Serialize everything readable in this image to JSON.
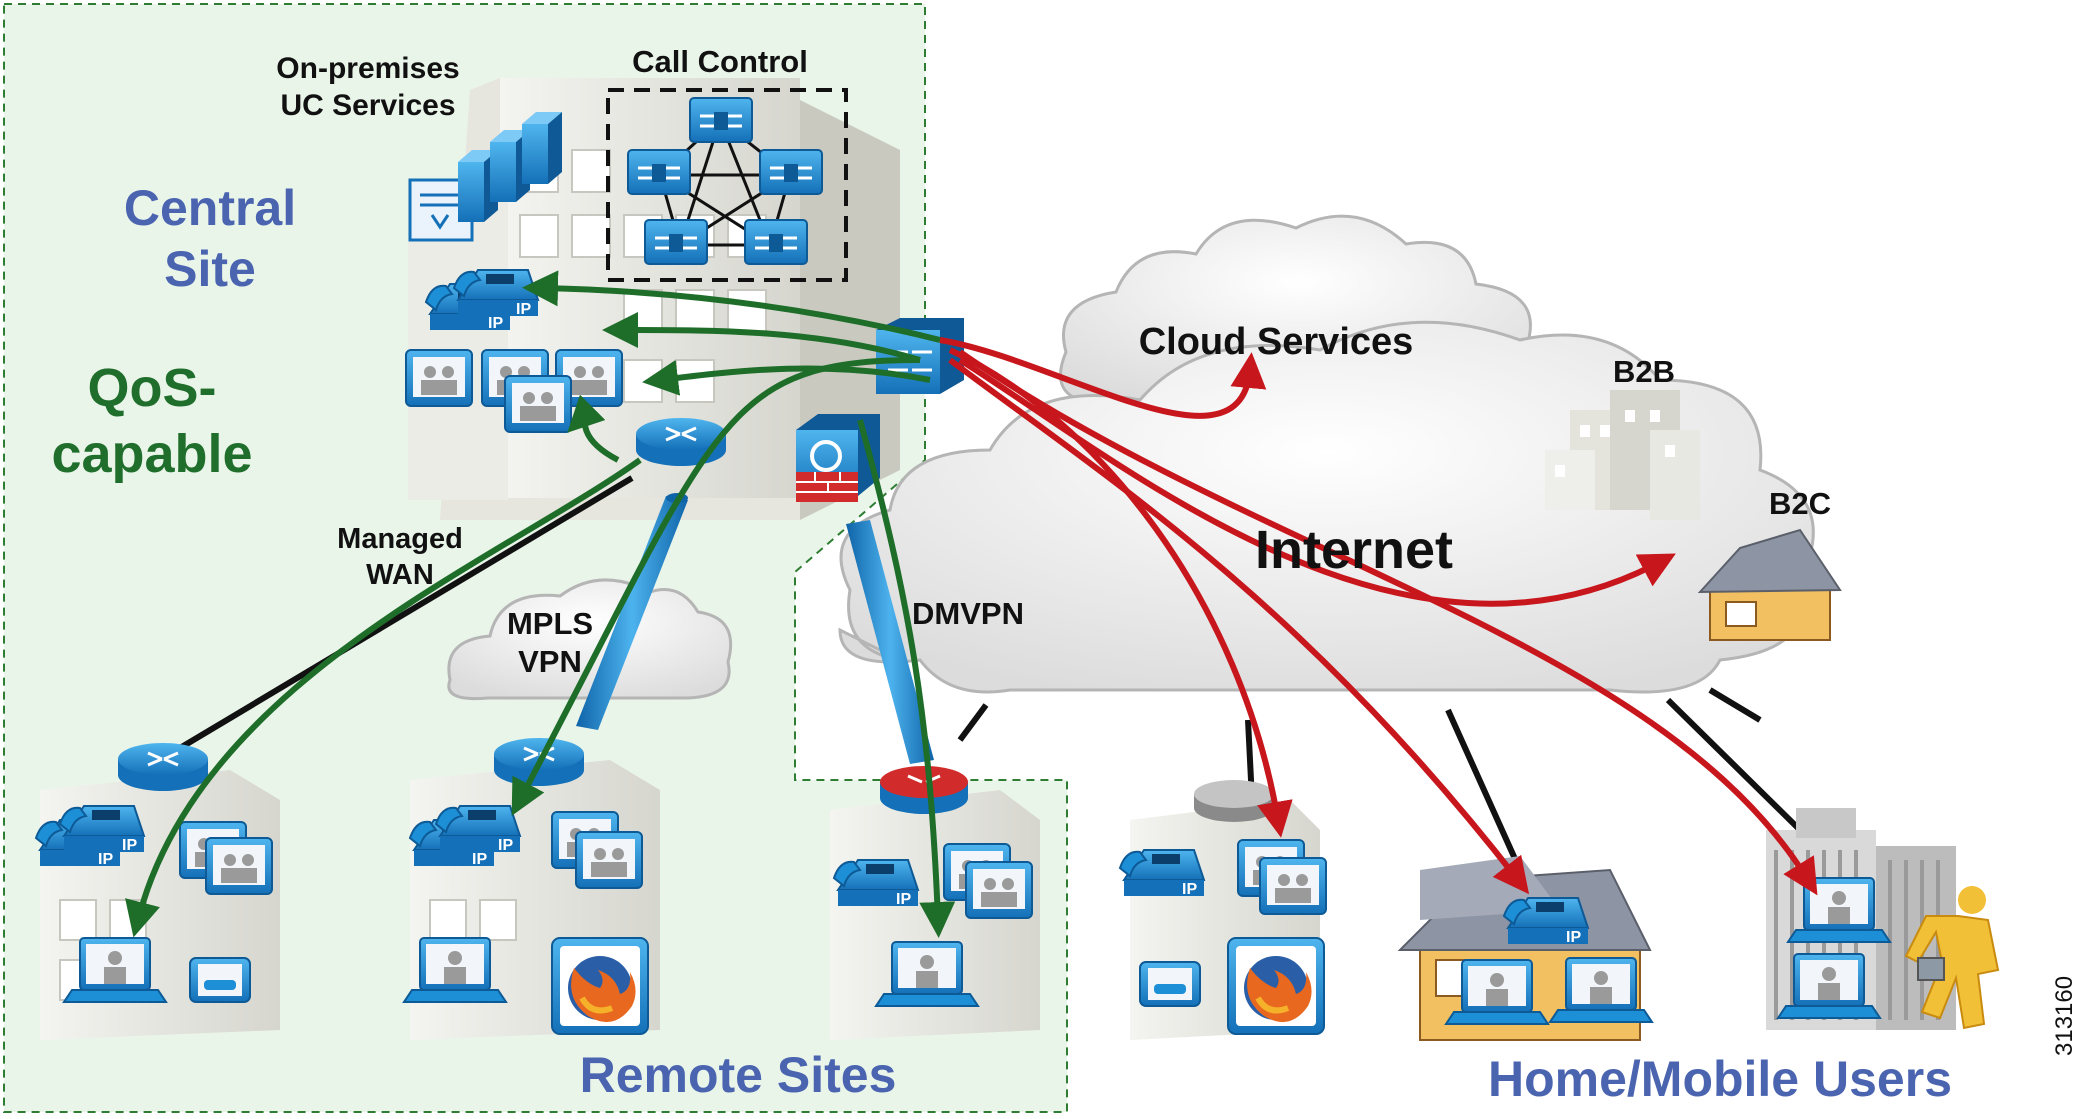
{
  "labels": {
    "on_premises": [
      "On-premises",
      "UC Services"
    ],
    "call_control": "Call Control",
    "central_site": [
      "Central",
      "Site"
    ],
    "qos_capable": [
      "QoS-",
      "capable"
    ],
    "managed_wan": [
      "Managed",
      "WAN"
    ],
    "mpls_vpn": [
      "MPLS",
      "VPN"
    ],
    "dmvpn": "DMVPN",
    "cloud_services": "Cloud Services",
    "internet": "Internet",
    "b2b": "B2B",
    "b2c": "B2C",
    "remote_sites": "Remote Sites",
    "home_mobile_users": "Home/Mobile Users",
    "figure_id": "313160"
  },
  "icons": {
    "ip_phone": "IP",
    "firefox": "firefox-icon"
  },
  "colors": {
    "qos_zone_fill": "#eaf5ea",
    "qos_zone_border": "#2e7d32",
    "title_blue": "#4a64b0",
    "qos_green": "#1f6e2b",
    "device_blue": "#1d8fd6",
    "path_green": "#1e6e2a",
    "path_red": "#c8161d",
    "cloud_fill": "#f2f2f2"
  }
}
